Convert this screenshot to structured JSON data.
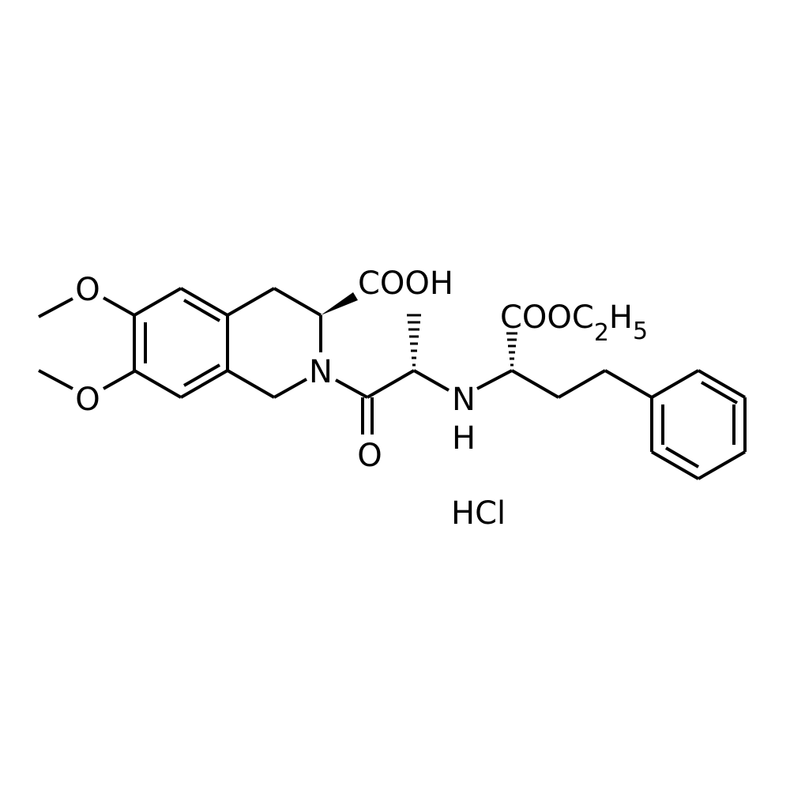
{
  "structure": {
    "labels": {
      "o_methoxy_top": "O",
      "o_methoxy_bottom": "O",
      "n_ring": "N",
      "o_carbonyl": "O",
      "cooh": "COOH",
      "n_amine": "N",
      "h_amine": "H",
      "ester_prefix": "COOC",
      "ester_sub_2": "2",
      "ester_h": "H",
      "ester_sub_5": "5",
      "salt": "HCl"
    }
  },
  "colors": {
    "ink": "#000000",
    "background": "#ffffff"
  }
}
